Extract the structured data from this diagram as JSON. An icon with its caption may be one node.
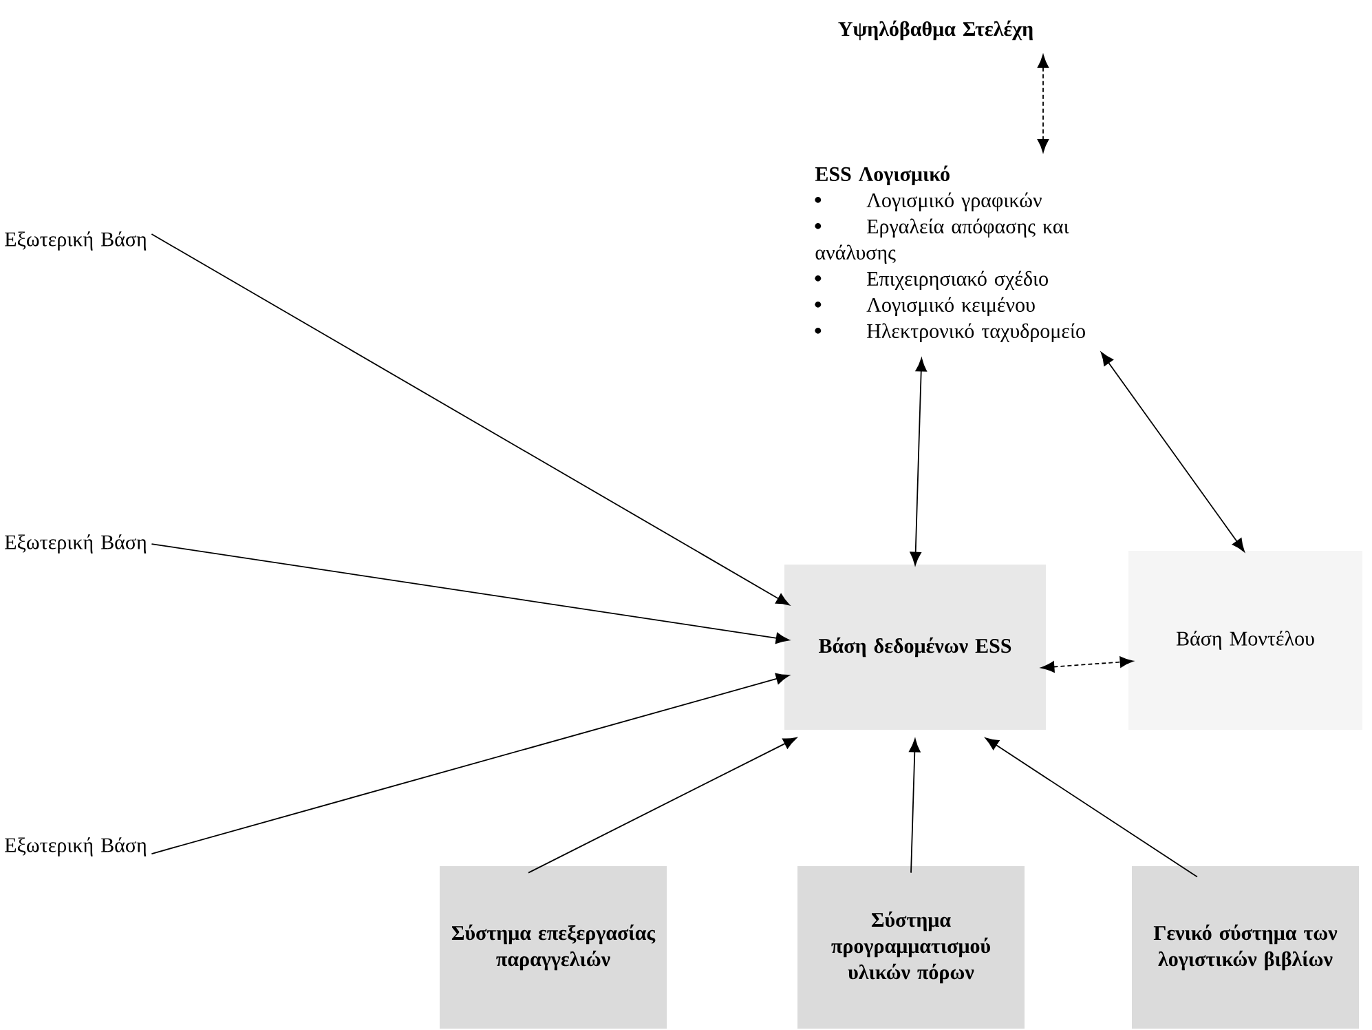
{
  "diagram": {
    "nodes": [
      {
        "text": [
          "Υψηλόβαθμα Στελέχη"
        ]
      },
      {
        "text": [
          "ESS Λογισμικό",
          "Λογισμικό γραφικών",
          "Εργαλεία απόφασης και ανάλυσης",
          "Επιχειρησιακό σχέδιο",
          "Λογισμικό κειμένου",
          "Ηλεκτρονικό ταχυδρομείο"
        ]
      },
      {
        "text": [
          "Εξωτερική Βάση"
        ]
      },
      {
        "text": [
          "Εξωτερική Βάση"
        ]
      },
      {
        "text": [
          "Εξωτερική Βάση"
        ]
      },
      {
        "text": [
          "Βάση δεδομένων ESS"
        ]
      },
      {
        "text": [
          "Βάση Μοντέλου"
        ]
      },
      {
        "text": [
          "Σύστημα επεξεργασίας παραγγελιών"
        ]
      },
      {
        "text": [
          "Σύστημα προγραμματισμού υλικών πόρων"
        ]
      },
      {
        "text": [
          "Γενικό σύστημα των λογιστικών βιβλίων"
        ]
      }
    ],
    "edges": [
      {
        "from": 0,
        "to": 1,
        "arrow": "both",
        "style": "dashed"
      },
      {
        "from": 1,
        "to": 5,
        "arrow": "both"
      },
      {
        "from": 1,
        "to": 6,
        "arrow": "both"
      },
      {
        "from": 2,
        "to": 5,
        "arrow": "to"
      },
      {
        "from": 3,
        "to": 5,
        "arrow": "to"
      },
      {
        "from": 4,
        "to": 5,
        "arrow": "to"
      },
      {
        "from": 5,
        "to": 6,
        "arrow": "both",
        "style": "dashed"
      },
      {
        "from": 7,
        "to": 5,
        "arrow": "to"
      },
      {
        "from": 8,
        "to": 5,
        "arrow": "to"
      },
      {
        "from": 9,
        "to": 5,
        "arrow": "to"
      }
    ]
  }
}
